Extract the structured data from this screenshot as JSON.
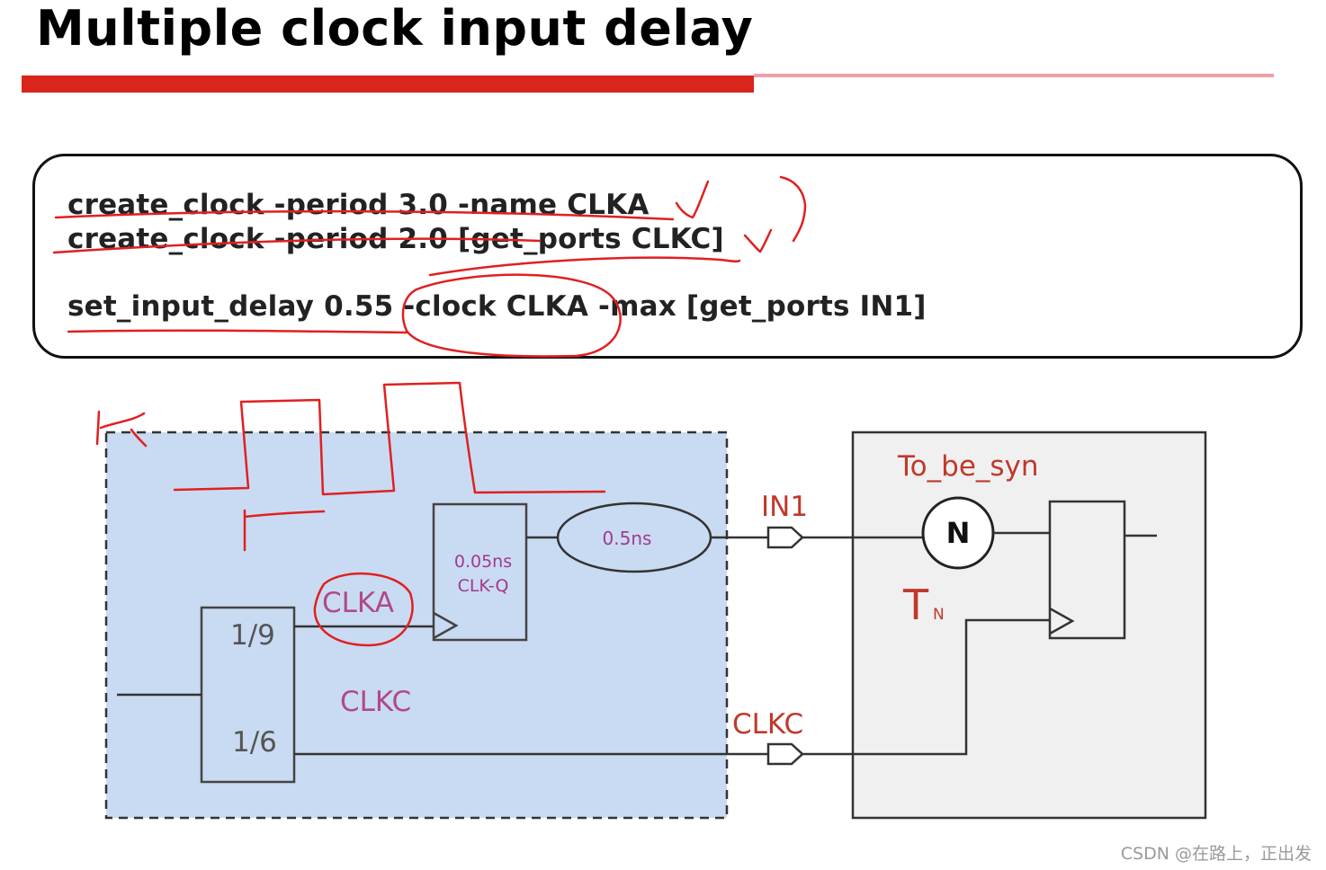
{
  "title": "Multiple clock input delay",
  "code": {
    "line1": "create_clock -period 3.0 -name CLKA",
    "line2": "create_clock -period 2.0 [get_ports CLKC]",
    "line3": "set_input_delay 0.55 -clock CLKA -max [get_ports IN1]"
  },
  "diagram": {
    "divider_top": "1/9",
    "divider_bottom": "1/6",
    "clka_label": "CLKA",
    "clkc_inner_label": "CLKC",
    "ff_delay": "0.05ns",
    "ff_clkq": "CLK-Q",
    "wire_delay": "0.5ns",
    "port_in1": "IN1",
    "port_clkc": "CLKC",
    "block_name": "To_be_syn",
    "logic_n": "N",
    "tn_main": "T",
    "tn_sub": "N"
  },
  "colors": {
    "accent_red": "#d9251c",
    "annotation_red": "#e02020",
    "label_red": "#c0392b",
    "left_block_fill": "#c9dbf2",
    "right_block_fill": "#f0f0f0"
  },
  "watermark": "CSDN @在路上，正出发"
}
